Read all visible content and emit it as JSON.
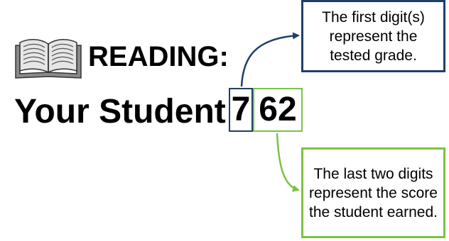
{
  "header": {
    "title": "READING:",
    "icon": "open-book-icon"
  },
  "score_line": {
    "label": "Your Student",
    "score_grade_digit": "7",
    "score_points_digits": "62"
  },
  "callouts": {
    "grade": {
      "text": "The first digit(s) represent the tested grade."
    },
    "points": {
      "text": "The last two digits represent the score the student earned."
    }
  },
  "colors": {
    "grade_accent": "#1f3f6b",
    "points_accent": "#7cc242"
  }
}
